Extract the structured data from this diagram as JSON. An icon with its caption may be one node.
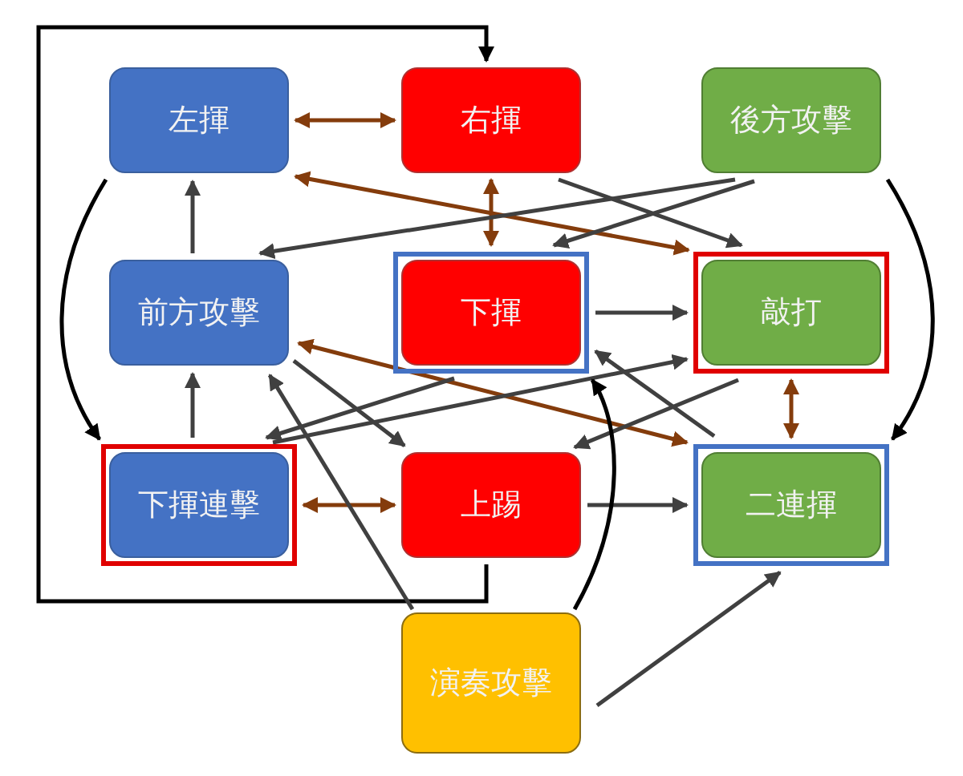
{
  "diagram": {
    "nodes": [
      {
        "text": [
          "左揮"
        ]
      },
      {
        "text": [
          "右揮"
        ]
      },
      {
        "text": [
          "後方攻擊"
        ]
      },
      {
        "text": [
          "前方攻擊"
        ]
      },
      {
        "text": [
          "下揮"
        ]
      },
      {
        "text": [
          "敲打"
        ]
      },
      {
        "text": [
          "下揮連擊"
        ]
      },
      {
        "text": [
          "上踢"
        ]
      },
      {
        "text": [
          "二連揮"
        ]
      },
      {
        "text": [
          "演奏攻擊"
        ]
      }
    ],
    "edges": [
      {
        "from": 0,
        "to": 1,
        "arrow": "both",
        "color": "#843c0c"
      },
      {
        "from": 0,
        "to": 5,
        "arrow": "both",
        "color": "#843c0c"
      },
      {
        "from": 1,
        "to": 4,
        "arrow": "both",
        "color": "#843c0c"
      },
      {
        "from": 1,
        "to": 5,
        "arrow": "to"
      },
      {
        "from": 2,
        "to": 3,
        "arrow": "to"
      },
      {
        "from": 2,
        "to": 4,
        "arrow": "to"
      },
      {
        "from": 3,
        "to": 0,
        "arrow": "to"
      },
      {
        "from": 0,
        "to": 6,
        "arrow": "to",
        "color": "#000000"
      },
      {
        "from": 7,
        "to": 1,
        "arrow": "to",
        "color": "#000000"
      },
      {
        "from": 4,
        "to": 5,
        "arrow": "to"
      },
      {
        "from": 2,
        "to": 8,
        "arrow": "to",
        "color": "#000000"
      },
      {
        "from": 3,
        "to": 8,
        "arrow": "both",
        "color": "#843c0c"
      },
      {
        "from": 3,
        "to": 7,
        "arrow": "to"
      },
      {
        "from": 4,
        "to": 6,
        "arrow": "to"
      },
      {
        "from": 6,
        "to": 5,
        "arrow": "to"
      },
      {
        "from": 5,
        "to": 7,
        "arrow": "to"
      },
      {
        "from": 8,
        "to": 4,
        "arrow": "to"
      },
      {
        "from": 5,
        "to": 8,
        "arrow": "both",
        "color": "#843c0c"
      },
      {
        "from": 6,
        "to": 3,
        "arrow": "to"
      },
      {
        "from": 6,
        "to": 7,
        "arrow": "both",
        "color": "#843c0c"
      },
      {
        "from": 7,
        "to": 8,
        "arrow": "to"
      },
      {
        "from": 9,
        "to": 3,
        "arrow": "to"
      },
      {
        "from": 9,
        "to": 4,
        "arrow": "to",
        "color": "#000000"
      },
      {
        "from": 9,
        "to": 8,
        "arrow": "to"
      }
    ]
  }
}
